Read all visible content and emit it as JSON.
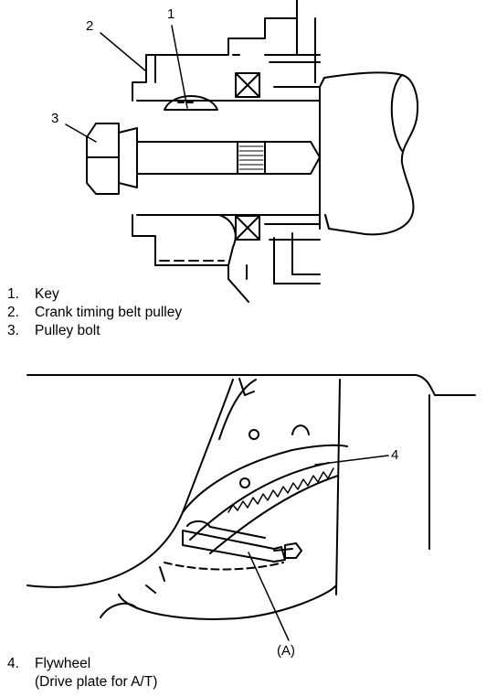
{
  "figure1": {
    "callouts": [
      "1",
      "2",
      "3"
    ],
    "legend": [
      {
        "num": "1.",
        "label": "Key"
      },
      {
        "num": "2.",
        "label": "Crank timing belt pulley"
      },
      {
        "num": "3.",
        "label": "Pulley bolt"
      }
    ]
  },
  "figure2": {
    "callouts": [
      "4",
      "(A)"
    ],
    "legend": [
      {
        "num": "4.",
        "label": "Flywheel",
        "sub": "(Drive plate for A/T)"
      }
    ]
  }
}
